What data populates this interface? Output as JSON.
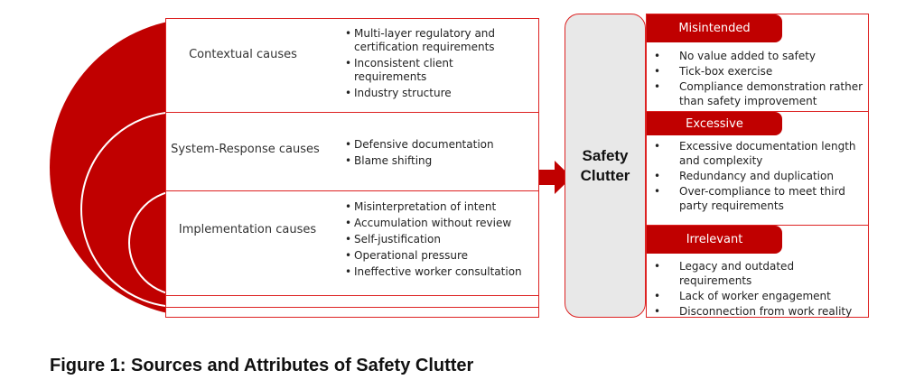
{
  "colors": {
    "accent": "#c00000",
    "border": "#dd2222",
    "clutter_fill": "#e8e8e8"
  },
  "causes": [
    {
      "label": "Contextual causes",
      "items": [
        "Multi-layer regulatory and certification requirements",
        "Inconsistent client requirements",
        "Industry structure"
      ]
    },
    {
      "label": "System-Response causes",
      "items": [
        "Defensive documentation",
        "Blame shifting"
      ]
    },
    {
      "label": "Implementation causes",
      "items": [
        "Misinterpretation of intent",
        "Accumulation without review",
        "Self-justification",
        "Operational pressure",
        "Ineffective worker consultation"
      ]
    }
  ],
  "center": {
    "label": "Safety Clutter"
  },
  "attributes": [
    {
      "title": "Misintended",
      "items": [
        "No value added to safety",
        "Tick-box exercise",
        "Compliance demonstration rather than safety improvement"
      ]
    },
    {
      "title": "Excessive",
      "items": [
        "Excessive documentation length and complexity",
        "Redundancy and duplication",
        "Over-compliance to meet third party requirements"
      ]
    },
    {
      "title": "Irrelevant",
      "items": [
        "Legacy and outdated requirements",
        "Lack of worker engagement",
        "Disconnection from work reality"
      ]
    }
  ],
  "caption": "Figure 1: Sources and Attributes of Safety Clutter"
}
